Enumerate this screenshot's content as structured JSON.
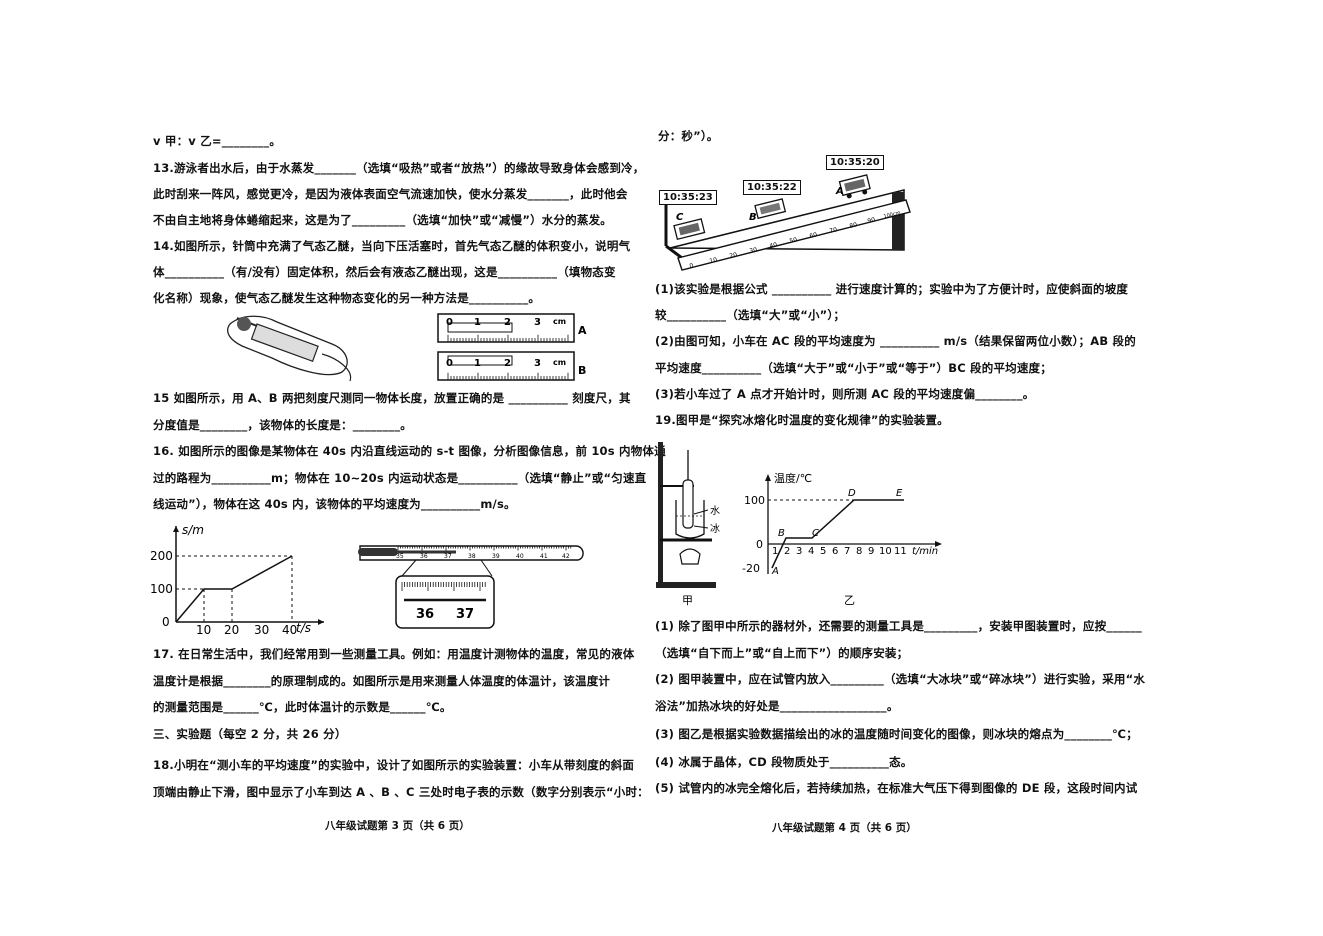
{
  "left": {
    "lines": [
      "v 甲：v 乙=________。",
      "13.游泳者出水后，由于水蒸发_______（选填“吸热”或者“放热”）的缘故导致身体会感到冷，",
      "此时刮来一阵风，感觉更冷，是因为液体表面空气流速加快，使水分蒸发_______，此时他会",
      "不由自主地将身体蜷缩起来，这是为了_________（选填“加快”或“减慢”）水分的蒸发。",
      "14.如图所示，针筒中充满了气态乙醚，当向下压活塞时，首先气态乙醚的体积变小，说明气",
      "体__________（有/没有）固定体积，然后会有液态乙醚出现，这是__________（填物态变",
      "化名称）现象，使气态乙醚发生这种物态变化的另一种方法是__________。",
      "15 如图所示，用 A、B 两把刻度尺测同一物体长度，放置正确的是 __________ 刻度尺，其",
      "分度值是________，该物体的长度是：________。",
      "16. 如图所示的图像是某物体在 40s 内沿直线运动的 s-t 图像，分析图像信息，前 10s 内物体通",
      "过的路程为__________m；物体在 10~20s 内运动状态是__________（选填“静止”或“匀速直",
      "线运动”），物体在这 40s 内，该物体的平均速度为__________m/s。",
      "17. 在日常生活中，我们经常用到一些测量工具。例如：用温度计测物体的温度，常见的液体",
      "温度计是根据________的原理制成的。如图所示是用来测量人体温度的体温计，该温度计",
      "的测量范围是______℃，此时体温计的示数是______℃。",
      "三、实验题（每空 2 分，共 26 分）",
      "18.小明在“测小车的平均速度”的实验中，设计了如图所示的实验装置：小车从带刻度的斜面",
      "顶端由静止下滑，图中显示了小车到达 A 、B 、C 三处时电子表的示数（数字分别表示“小时："
    ],
    "footer": "八年级试题第 3 页（共 6 页）",
    "ruler": {
      "unit": "cm",
      "ticks": [
        "0",
        "1",
        "2",
        "3"
      ],
      "label_a": "A",
      "label_b": "B"
    },
    "st_graph": {
      "ylabel": "s/m",
      "xlabel": "t/s",
      "yticks": [
        "200",
        "100",
        "0"
      ],
      "xticks": [
        "10",
        "20",
        "30",
        "40"
      ]
    },
    "thermometer": {
      "scale": [
        "35",
        "36",
        "37",
        "38",
        "39",
        "40",
        "41",
        "42"
      ],
      "zoom": [
        "36",
        "37"
      ]
    }
  },
  "right": {
    "lines": [
      "分：秒”）。",
      "(1)该实验是根据公式 __________ 进行速度计算的；实验中为了方便计时，应使斜面的坡度",
      "较__________（选填“大”或“小”）；",
      "(2)由图可知，小车在 AC 段的平均速度为 __________ m/s（结果保留两位小数）；AB 段的",
      "平均速度__________（选填“大于”或“小于”或“等于”）BC 段的平均速度；",
      "(3)若小车过了 A 点才开始计时，则所测 AC 段的平均速度偏________。",
      "19.图甲是“探究冰熔化时温度的变化规律”的实验装置。",
      "(1) 除了图甲中所示的器材外，还需要的测量工具是_________，安装甲图装置时，应按______",
      "（选填“自下而上”或“自上而下”）的顺序安装；",
      "(2) 图甲装置中，应在试管内放入_________（选填“大冰块”或“碎冰块”）进行实验，采用“水",
      "浴法”加热冰块的好处是__________________。",
      "(3) 图乙是根据实验数据描绘出的冰的温度随时间变化的图像，则冰块的熔点为________℃；",
      "(4) 冰属于晶体，CD 段物质处于__________态。",
      "(5) 试管内的冰完全熔化后，若持续加热，在标准大气压下得到图像的 DE 段，这段时间内试"
    ],
    "footer": "八年级试题第 4 页（共 6 页）",
    "clocks": {
      "a": "10:35:20",
      "b": "10:35:22",
      "c": "10:35:23"
    },
    "slope_points": {
      "a": "A",
      "b": "B",
      "c": "C"
    },
    "slope_ruler": [
      "0",
      "10",
      "20",
      "30",
      "40",
      "50",
      "60",
      "70",
      "80",
      "90",
      "100cm"
    ],
    "apparatus": {
      "water": "水",
      "ice": "冰",
      "caption": "甲"
    },
    "temp_graph": {
      "ylabel": "温度/℃",
      "xlabel": "t/min",
      "yticks": [
        "100",
        "0",
        "-20"
      ],
      "xticks": [
        "1",
        "2",
        "3",
        "4",
        "5",
        "6",
        "7",
        "8",
        "9",
        "10",
        "11"
      ],
      "points": [
        "A",
        "B",
        "C",
        "D",
        "E"
      ],
      "caption": "乙"
    }
  }
}
